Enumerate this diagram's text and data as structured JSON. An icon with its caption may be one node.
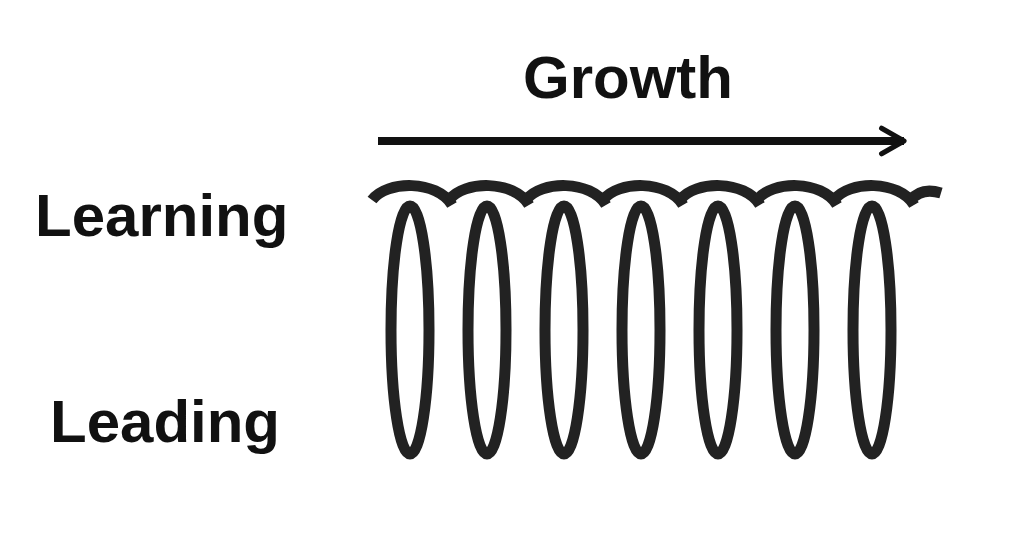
{
  "diagram": {
    "labels": [
      "Growth",
      "Learning",
      "Leading"
    ]
  }
}
